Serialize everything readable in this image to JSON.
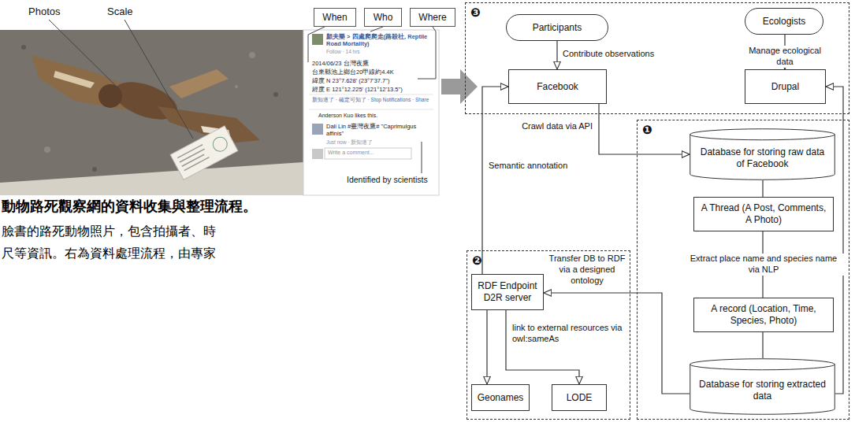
{
  "diagram": {
    "nodes": [
      {
        "text": [
          "When"
        ]
      },
      {
        "text": [
          "Who"
        ]
      },
      {
        "text": [
          "Where"
        ]
      },
      {
        "text": [
          "❸"
        ]
      },
      {
        "text": [
          "Participants"
        ],
        "in": 3
      },
      {
        "text": [
          "Ecologists"
        ],
        "in": 3
      },
      {
        "text": [
          "Facebook"
        ],
        "in": 3
      },
      {
        "text": [
          "Drupal"
        ],
        "in": 3
      },
      {
        "text": [
          "❶"
        ]
      },
      {
        "text": [
          "Database for storing raw data of Facebook"
        ],
        "in": 8
      },
      {
        "text": [
          "A Thread (A Post, Comments, A Photo)"
        ],
        "in": 8
      },
      {
        "text": [
          "A record (Location, Time, Species, Photo)"
        ],
        "in": 8
      },
      {
        "text": [
          "Database for storing extracted data"
        ],
        "in": 8
      },
      {
        "text": [
          "❷"
        ]
      },
      {
        "text": [
          "RDF Endpoint D2R server"
        ],
        "in": 13
      },
      {
        "text": [
          "Geonames"
        ],
        "in": 13
      },
      {
        "text": [
          "LODE"
        ],
        "in": 13
      }
    ],
    "edges": [
      {
        "from": 4,
        "to": 6,
        "arrow": "to",
        "label": "Contribute observations"
      },
      {
        "from": 5,
        "to": 7,
        "arrow": "to",
        "label": "Manage ecological data"
      },
      {
        "from": 6,
        "to": 9,
        "arrow": "to",
        "label": "Crawl data via API"
      },
      {
        "from": 9,
        "to": 10,
        "arrow": "none"
      },
      {
        "from": 10,
        "to": 11,
        "arrow": "none",
        "label": "Extract place name and species name via NLP"
      },
      {
        "from": 11,
        "to": 12,
        "arrow": "none"
      },
      {
        "from": 12,
        "to": 14,
        "arrow": "to",
        "label": "Transfer DB to RDF via a designed ontology"
      },
      {
        "from": 12,
        "to": 7,
        "arrow": "to"
      },
      {
        "from": 14,
        "to": 6,
        "arrow": "to",
        "label": "Semantic annotation"
      },
      {
        "from": 14,
        "to": 15,
        "arrow": "to",
        "label": "link to external resources via owl:sameAs"
      },
      {
        "from": 14,
        "to": 16,
        "arrow": "to"
      }
    ],
    "labels": [
      "Photos",
      "Scale",
      "Identified by scientists",
      "顏夫樂 > 四處爬爬走(路殺社, Reptile Road Mortality)",
      "Follow · 14 hrs",
      "2014/06/23 台灣夜鷹",
      "台東縣池上鄉台20甲線約4.4K",
      "緯度 N 23°7.628' (23°7'37.7\")",
      "經度 E 121°12.225' (121°12'13.5\")",
      "新知道了 · 確定可知了 · Stop Notifications · Share",
      "Anderson Kuo likes this.",
      "Dali Lin #臺灣夜鷹# \"Caprimulgus affinis\"",
      "Just now · 新知道了",
      "Write a comment...",
      "動物路死觀察網的資料收集與整理流程。",
      "臉書的路死動物照片，包含拍攝者、時",
      "尺等資訊。右為資料處理流程，由專家"
    ]
  }
}
